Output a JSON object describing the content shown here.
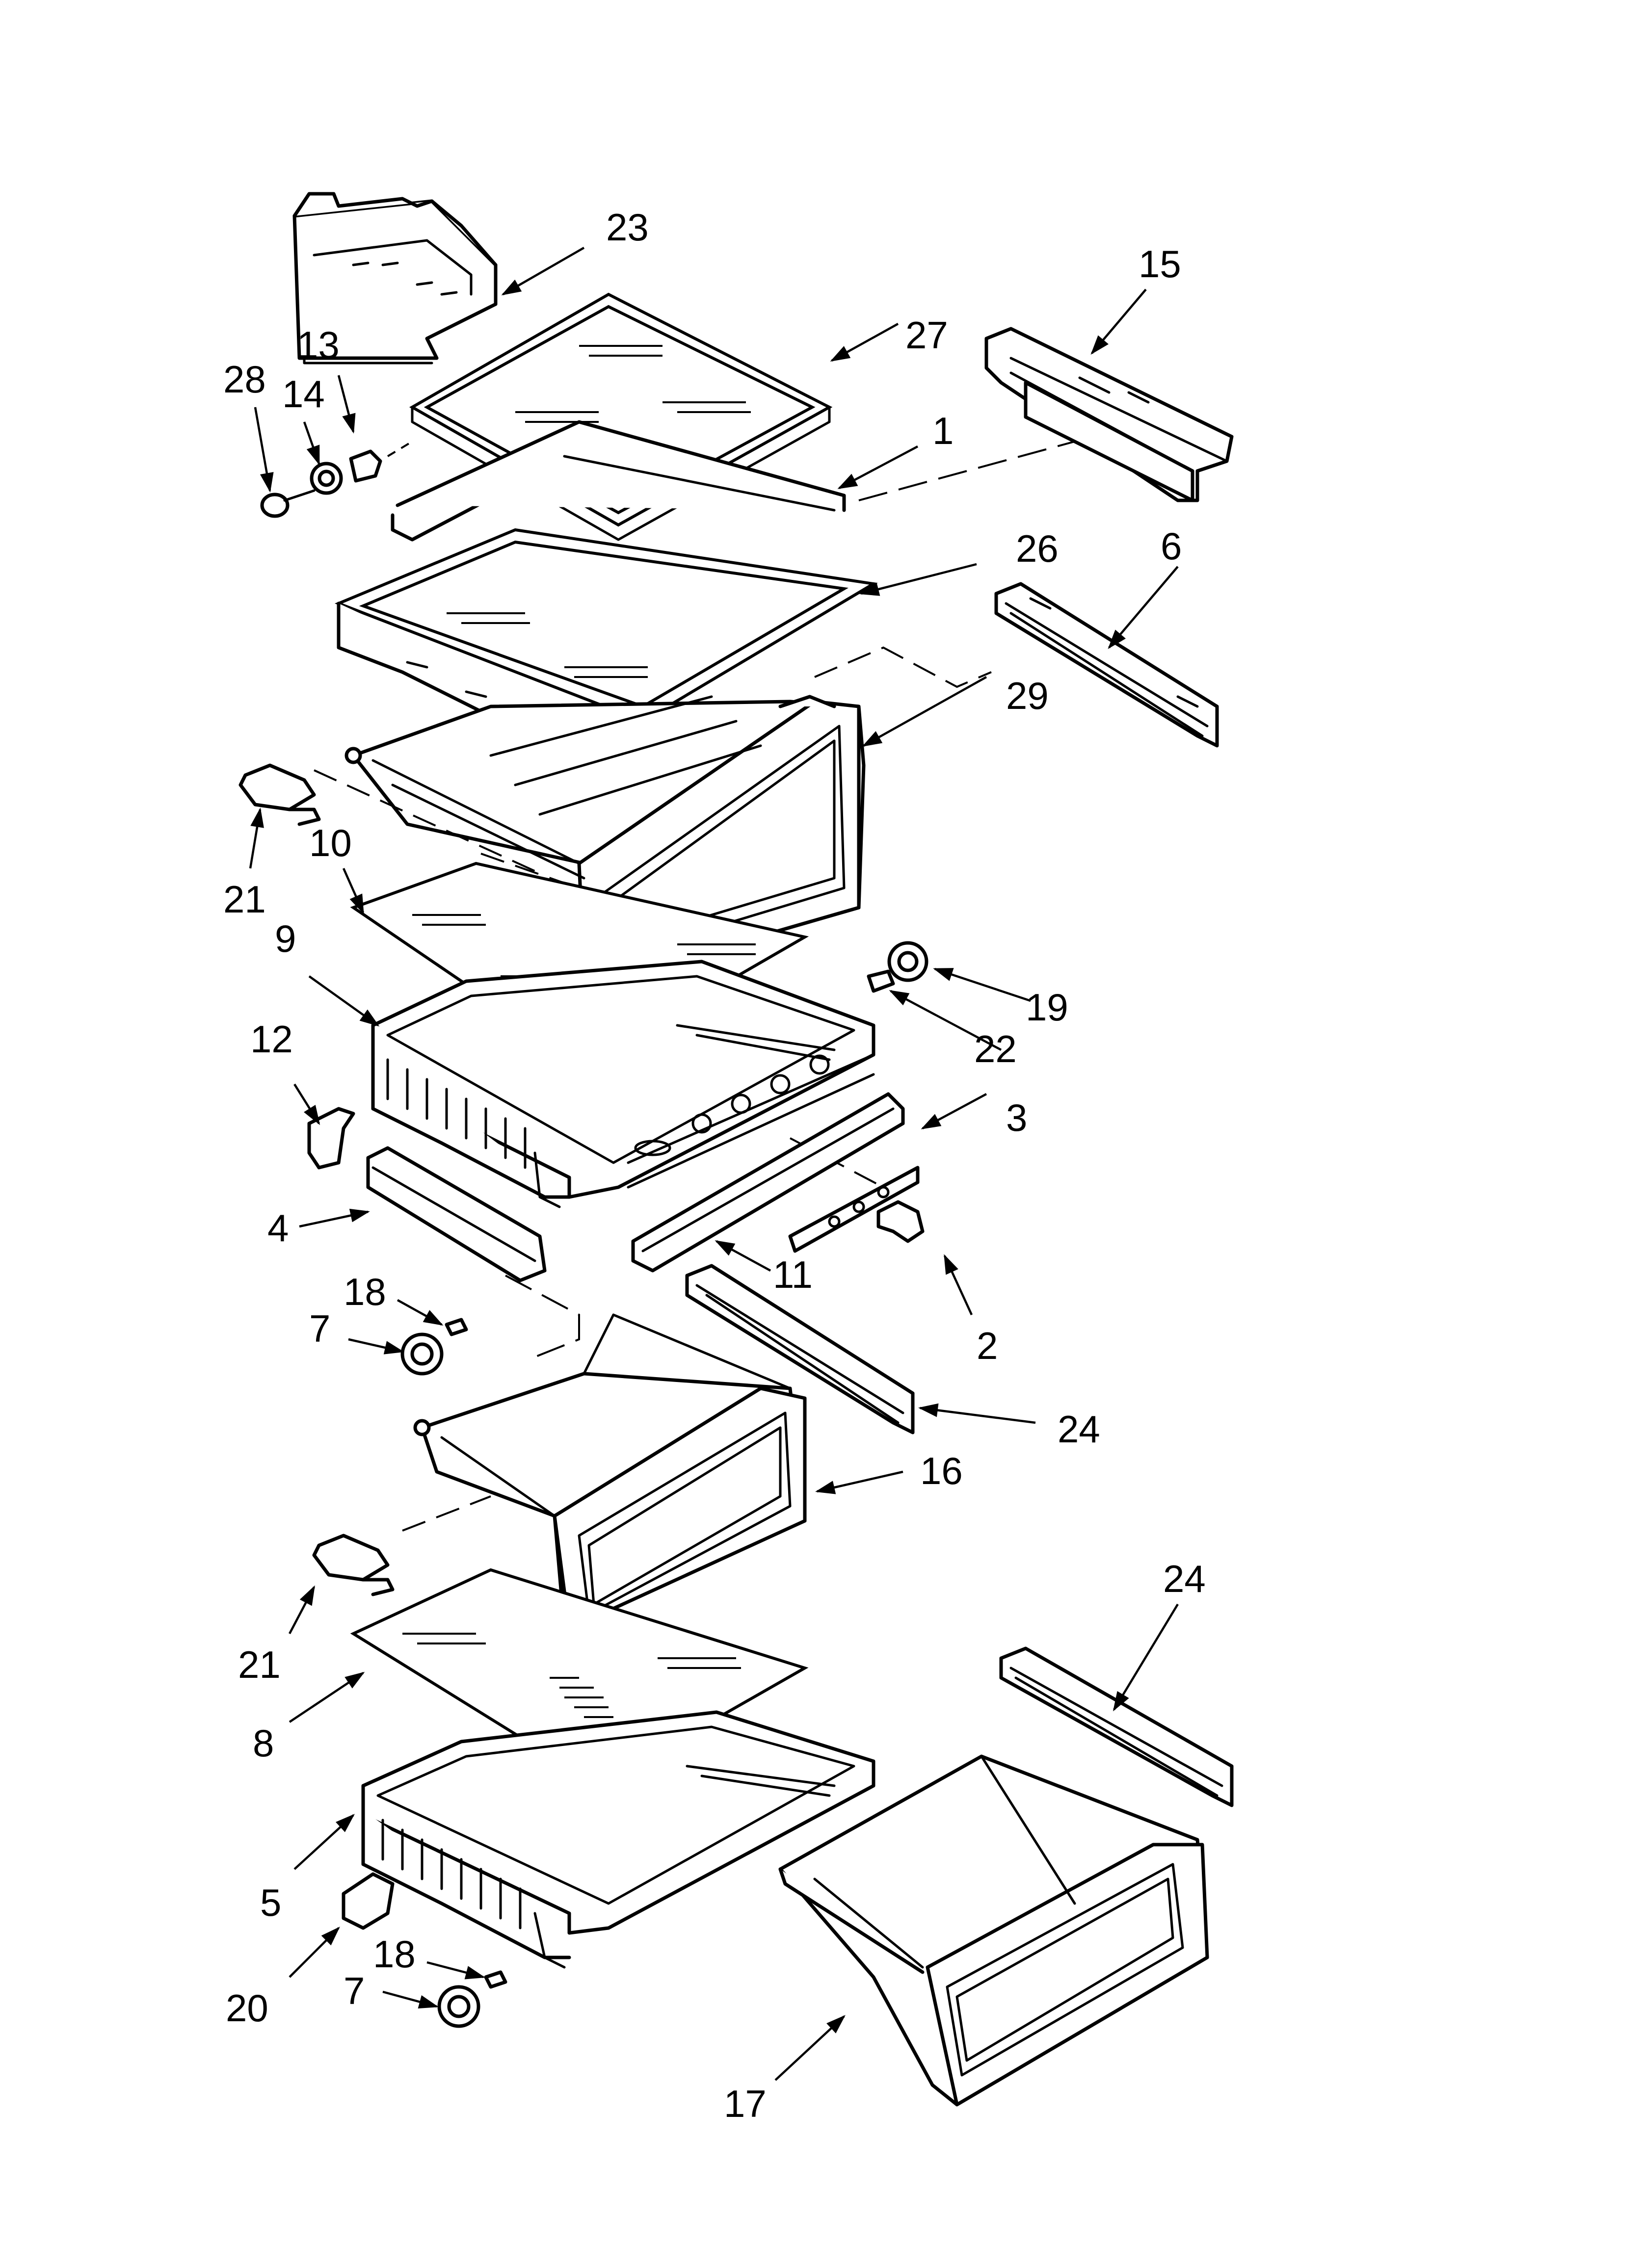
{
  "callouts": [
    {
      "id": "c23",
      "label": "23"
    },
    {
      "id": "c13",
      "label": "13"
    },
    {
      "id": "c28",
      "label": "28"
    },
    {
      "id": "c14",
      "label": "14"
    },
    {
      "id": "c27",
      "label": "27"
    },
    {
      "id": "c15",
      "label": "15"
    },
    {
      "id": "c1",
      "label": "1"
    },
    {
      "id": "c26",
      "label": "26"
    },
    {
      "id": "c6",
      "label": "6"
    },
    {
      "id": "c29",
      "label": "29"
    },
    {
      "id": "c21a",
      "label": "21"
    },
    {
      "id": "c10",
      "label": "10"
    },
    {
      "id": "c9",
      "label": "9"
    },
    {
      "id": "c19",
      "label": "19"
    },
    {
      "id": "c22",
      "label": "22"
    },
    {
      "id": "c12",
      "label": "12"
    },
    {
      "id": "c3",
      "label": "3"
    },
    {
      "id": "c4",
      "label": "4"
    },
    {
      "id": "c11",
      "label": "11"
    },
    {
      "id": "c18a",
      "label": "18"
    },
    {
      "id": "c7a",
      "label": "7"
    },
    {
      "id": "c2",
      "label": "2"
    },
    {
      "id": "c24a",
      "label": "24"
    },
    {
      "id": "c16",
      "label": "16"
    },
    {
      "id": "c24b",
      "label": "24"
    },
    {
      "id": "c21b",
      "label": "21"
    },
    {
      "id": "c8",
      "label": "8"
    },
    {
      "id": "c5",
      "label": "5"
    },
    {
      "id": "c18b",
      "label": "18"
    },
    {
      "id": "c20",
      "label": "20"
    },
    {
      "id": "c7b",
      "label": "7"
    },
    {
      "id": "c17",
      "label": "17"
    }
  ]
}
